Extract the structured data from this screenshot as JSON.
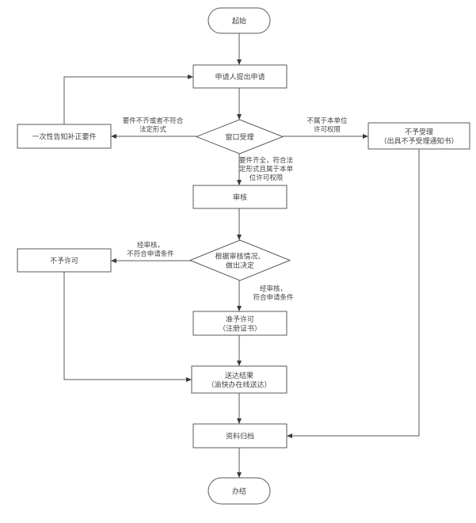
{
  "diagram": {
    "type": "flowchart",
    "colors": {
      "stroke": "#5a5a5a",
      "text": "#444444",
      "background": "#ffffff"
    },
    "nodes": {
      "start": {
        "shape": "terminal",
        "lines": [
          "起始"
        ]
      },
      "apply": {
        "shape": "process",
        "lines": [
          "申请人提出申请"
        ]
      },
      "window": {
        "shape": "decision",
        "lines": [
          "窗口受理"
        ]
      },
      "notify": {
        "shape": "process",
        "lines": [
          "一次性告知补正要件"
        ]
      },
      "reject_accept": {
        "shape": "process",
        "lines": [
          "不予受理",
          "（出具不予受理通知书）"
        ]
      },
      "review": {
        "shape": "process",
        "lines": [
          "审核"
        ]
      },
      "decide": {
        "shape": "decision",
        "lines": [
          "根据审核情况、",
          "做出决定"
        ]
      },
      "deny": {
        "shape": "process",
        "lines": [
          "不予许可"
        ]
      },
      "grant": {
        "shape": "process",
        "lines": [
          "准予许可",
          "（注册证书）"
        ]
      },
      "deliver": {
        "shape": "process",
        "lines": [
          "送达结果",
          "（渝快办在线送达）"
        ]
      },
      "archive": {
        "shape": "process",
        "lines": [
          "资料归档"
        ]
      },
      "end": {
        "shape": "terminal",
        "lines": [
          "办结"
        ]
      }
    },
    "edges": {
      "start_apply": {
        "from": "start",
        "to": "apply",
        "lines": []
      },
      "apply_window": {
        "from": "apply",
        "to": "window",
        "lines": []
      },
      "window_notify": {
        "from": "window",
        "to": "notify",
        "lines": [
          "要件不齐或者不符合",
          "法定形式"
        ]
      },
      "notify_apply": {
        "from": "notify",
        "to": "apply",
        "lines": []
      },
      "window_reject": {
        "from": "window",
        "to": "reject_accept",
        "lines": [
          "不属于本单位",
          "许可权限"
        ]
      },
      "window_review": {
        "from": "window",
        "to": "review",
        "lines": [
          "要件齐全，符合法",
          "定形式且属于本单",
          "位许可权限"
        ]
      },
      "review_decide": {
        "from": "review",
        "to": "decide",
        "lines": []
      },
      "decide_deny": {
        "from": "decide",
        "to": "deny",
        "lines": [
          "经审核，",
          "不符合申请条件"
        ]
      },
      "decide_grant": {
        "from": "decide",
        "to": "grant",
        "lines": [
          "经审核，",
          "符合申请条件"
        ]
      },
      "grant_deliver": {
        "from": "grant",
        "to": "deliver",
        "lines": []
      },
      "deny_deliver": {
        "from": "deny",
        "to": "deliver",
        "lines": []
      },
      "deliver_archive": {
        "from": "deliver",
        "to": "archive",
        "lines": []
      },
      "reject_archive": {
        "from": "reject_accept",
        "to": "archive",
        "lines": []
      },
      "archive_end": {
        "from": "archive",
        "to": "end",
        "lines": []
      }
    }
  }
}
